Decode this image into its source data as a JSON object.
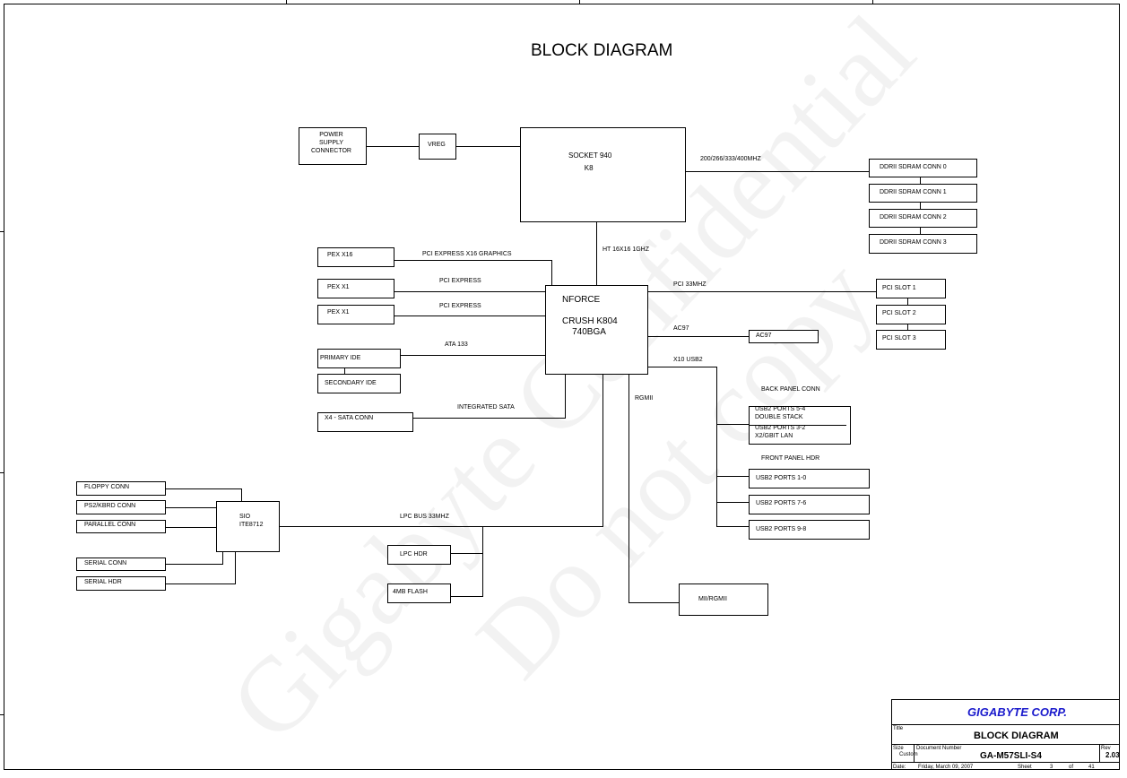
{
  "title": "BLOCK DIAGRAM",
  "watermark": {
    "line1": "Gigabyte Confidential",
    "line2": "Do not copy"
  },
  "blocks": {
    "power": "POWER\nSUPPLY\nCONNECTOR",
    "vreg": "VREG",
    "socket": "SOCKET 940\n        K8",
    "ddr0": "DDRII SDRAM CONN 0",
    "ddr1": "DDRII SDRAM CONN 1",
    "ddr2": "DDRII SDRAM CONN 2",
    "ddr3": "DDRII SDRAM CONN 3",
    "pex16": "PEX X16",
    "pex1a": "PEX X1",
    "pex1b": "PEX X1",
    "nforce": "NFORCE\n\nCRUSH K804\n    740BGA",
    "pci1": "PCI SLOT 1",
    "pci2": "PCI SLOT 2",
    "pci3": "PCI SLOT 3",
    "ac97": "AC97",
    "pide": "PRIMARY IDE",
    "side": "SECONDARY IDE",
    "sata": "X4 - SATA CONN",
    "usb_back_top": "USB2 PORTS 5-4\nDOUBLE STACK",
    "usb_back_bot": "USB2 PORTS 3-2\nX2/GBIT LAN",
    "usb10": "USB2 PORTS 1-0",
    "usb76": "USB2 PORTS 7-6",
    "usb98": "USB2 PORTS 9-8",
    "floppy": "FLOPPY CONN",
    "ps2": "PS2/KBRD CONN",
    "parallel": "PARALLEL CONN",
    "serial": "SERIAL CONN",
    "serialhdr": "SERIAL HDR",
    "sio": "SIO\nITE8712",
    "lpchdr": "LPC HDR",
    "flash": "4MB FLASH",
    "mii": "MII/RGMII"
  },
  "buses": {
    "memory": "200/266/333/400MHZ",
    "ht": "HT 16X16 1GHZ",
    "pcie16": "PCI EXPRESS X16 GRAPHICS",
    "pcie_a": "PCI EXPRESS",
    "pcie_b": "PCI EXPRESS",
    "pci33": "PCI 33MHZ",
    "ac97": "AC97",
    "usb": "X10 USB2",
    "ata": "ATA 133",
    "sata": "INTEGRATED SATA",
    "rgmii": "RGMII",
    "lpc": "LPC BUS 33MHZ",
    "back_panel": "BACK PANEL CONN",
    "front_panel": "FRONT PANEL HDR"
  },
  "title_block": {
    "company": "GIGABYTE CORP.",
    "title_label": "Title",
    "title": "BLOCK DIAGRAM",
    "size_label": "Size",
    "size": "Custom",
    "docnum_label": "Document Number",
    "docnum": "GA-M57SLI-S4",
    "rev_label": "Rev",
    "rev": "2.03",
    "date_label": "Date:",
    "date": "Friday, March 09, 2007",
    "sheet_label": "Sheet",
    "sheet": "3",
    "of_label": "of",
    "total": "41"
  },
  "colors": {
    "company": "#1a1acc"
  }
}
